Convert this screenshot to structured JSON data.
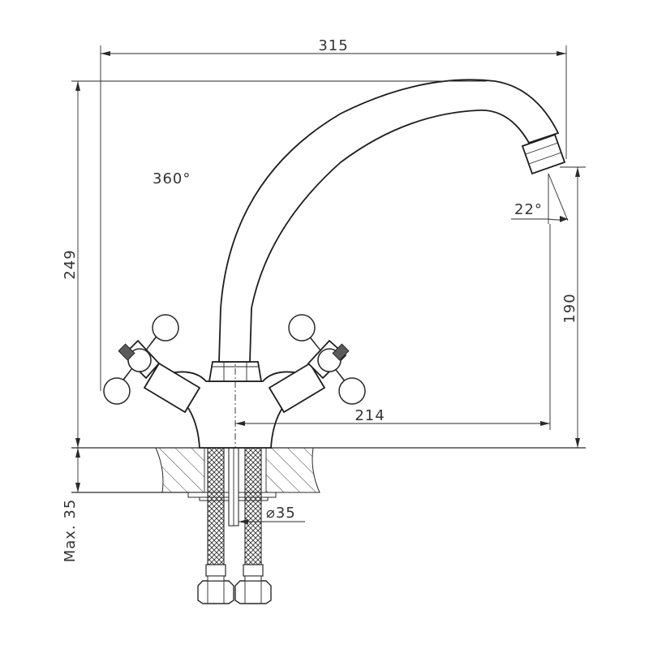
{
  "drawing": {
    "dimensions": {
      "width": "315",
      "height": "249",
      "rotation": "360°",
      "aerator_angle": "22°",
      "spout_height": "190",
      "spout_reach": "214",
      "hole_diameter": "⌀35",
      "max_thickness": "Max. 35"
    }
  }
}
